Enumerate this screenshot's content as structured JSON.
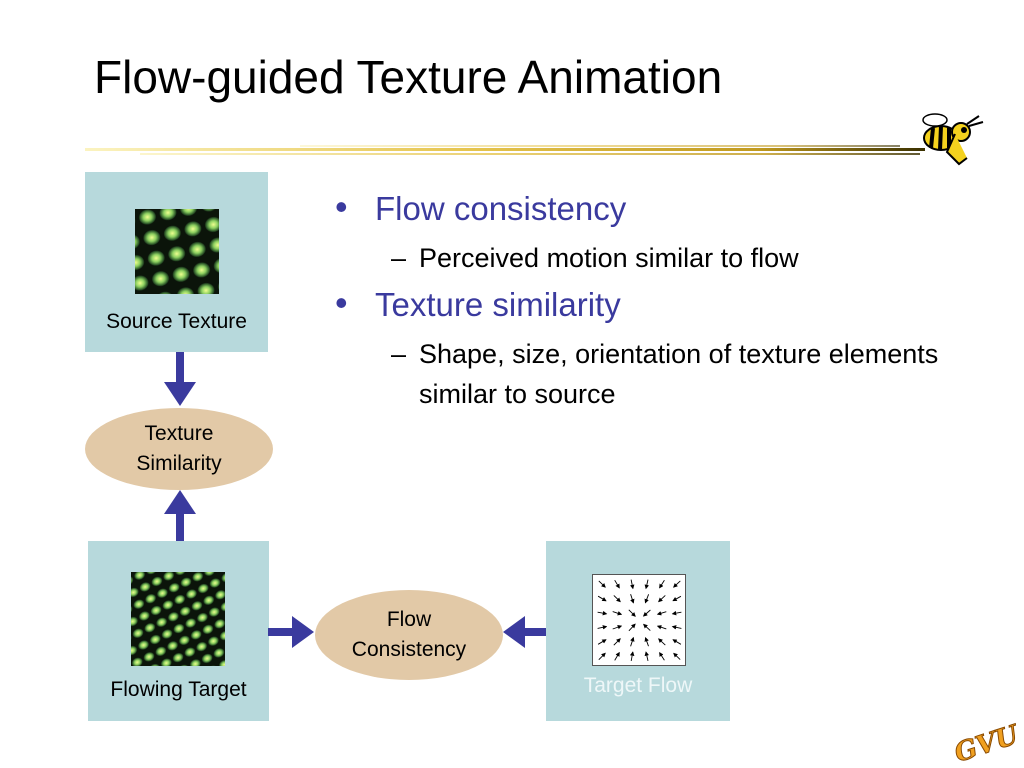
{
  "slide": {
    "title": "Flow-guided Texture Animation"
  },
  "diagram": {
    "source_texture": {
      "label": "Source Texture"
    },
    "texture_similarity": {
      "line1": "Texture",
      "line2": "Similarity"
    },
    "flowing_target": {
      "label": "Flowing Target"
    },
    "flow_consistency": {
      "line1": "Flow",
      "line2": "Consistency"
    },
    "target_flow": {
      "label": "Target Flow"
    }
  },
  "bullets": [
    {
      "text": "Flow consistency",
      "sub": [
        "Perceived motion similar to flow"
      ]
    },
    {
      "text": "Texture similarity",
      "sub": [
        "Shape, size, orientation of texture elements similar to source"
      ]
    }
  ],
  "logo": {
    "text": "GVU"
  },
  "colors": {
    "box_fill": "#b7d9dc",
    "oval_fill": "#e2c9a7",
    "arrow": "#3a3a9e",
    "bullet_text": "#3a3a9e"
  }
}
